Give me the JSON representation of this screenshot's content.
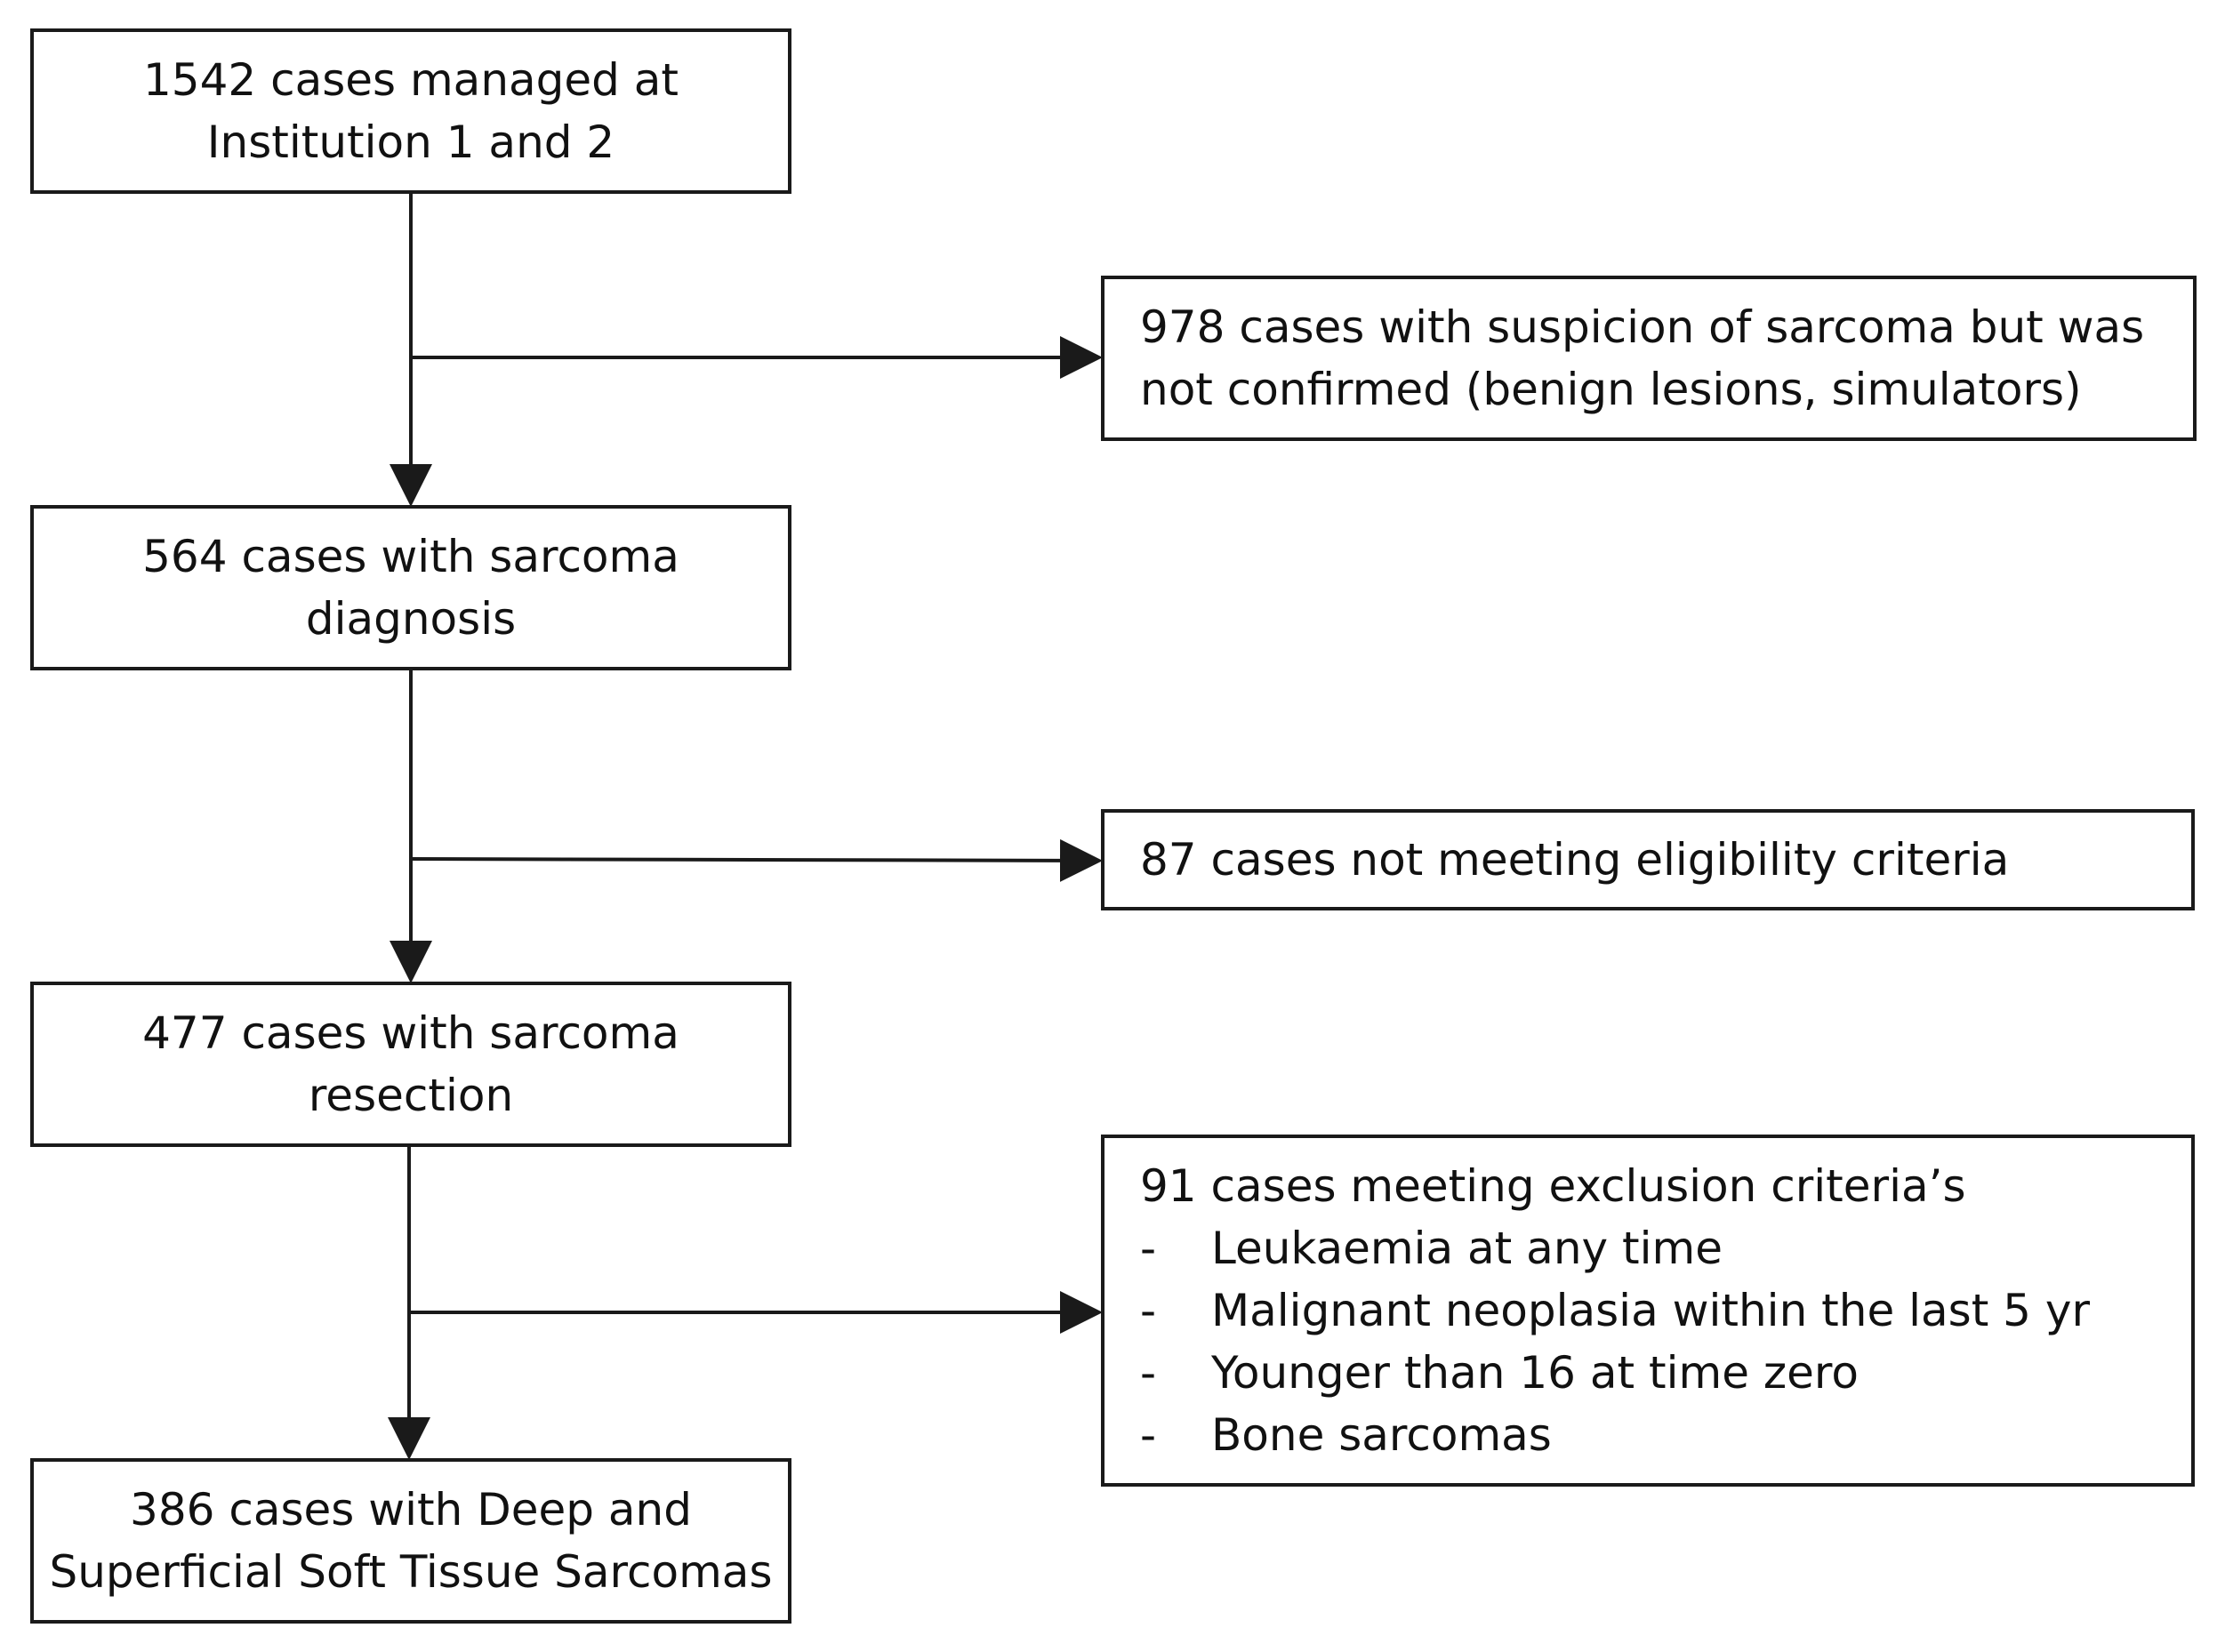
{
  "flow": {
    "step1": {
      "line1": "1542 cases managed at",
      "line2": "Institution 1 and 2"
    },
    "step2": {
      "line1": "564 cases with sarcoma",
      "line2": "diagnosis"
    },
    "step3": {
      "line1": "477 cases with sarcoma",
      "line2": "resection"
    },
    "step4": {
      "line1": "386 cases with Deep and",
      "line2": "Superficial Soft Tissue Sarcomas"
    }
  },
  "exclusions": {
    "excl1": {
      "line1": "978 cases with suspicion of sarcoma but was",
      "line2": "not confirmed (benign lesions, simulators)"
    },
    "excl2": {
      "line1": "87 cases not meeting eligibility criteria"
    },
    "excl3": {
      "heading": "91 cases meeting exclusion criteria’s",
      "bullet_marker": "-",
      "items": [
        "Leukaemia at any time",
        "Malignant neoplasia within the last 5 yr",
        "Younger than 16 at time zero",
        "Bone sarcomas"
      ]
    }
  }
}
